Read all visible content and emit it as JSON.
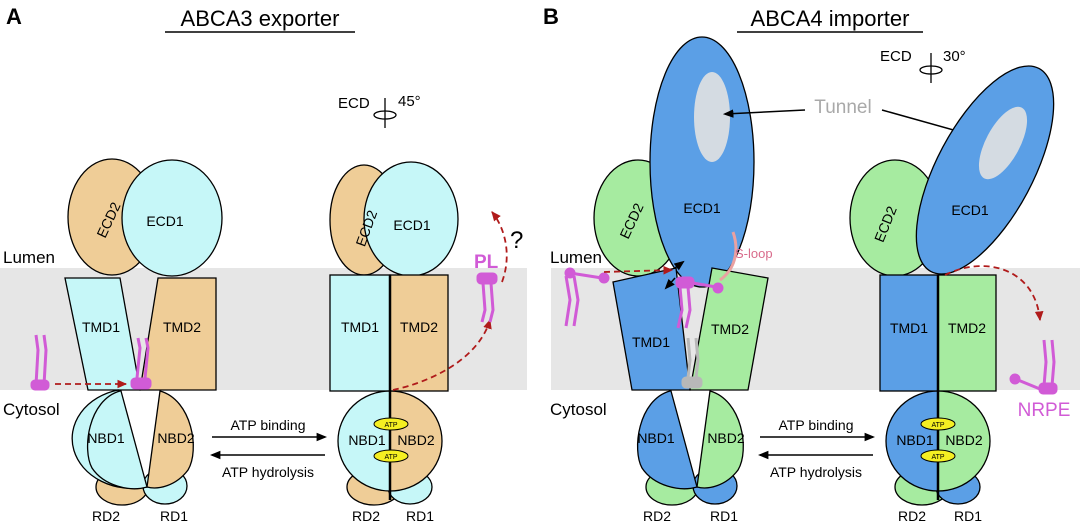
{
  "panels": {
    "a": {
      "letter": "A",
      "title": "ABCA3 exporter",
      "lumen": "Lumen",
      "cytosol": "Cytosol",
      "rotation": {
        "ecd": "ECD",
        "angle": "45°"
      },
      "left_state": {
        "ecd1": "ECD1",
        "ecd2": "ECD2",
        "tmd1": "TMD1",
        "tmd2": "TMD2",
        "nbd1": "NBD1",
        "nbd2": "NBD2",
        "rd1": "RD1",
        "rd2": "RD2"
      },
      "right_state": {
        "ecd1": "ECD1",
        "ecd2": "ECD2",
        "tmd1": "TMD1",
        "tmd2": "TMD2",
        "nbd1": "NBD1",
        "nbd2": "NBD2",
        "rd1": "RD1",
        "rd2": "RD2",
        "atp": "ATP"
      },
      "transition": {
        "forward": "ATP binding",
        "reverse": "ATP hydrolysis"
      },
      "substrate": {
        "label": "PL",
        "question": "?"
      }
    },
    "b": {
      "letter": "B",
      "title": "ABCA4 importer",
      "lumen": "Lumen",
      "cytosol": "Cytosol",
      "rotation": {
        "ecd": "ECD",
        "angle": "30°"
      },
      "tunnel": "Tunnel",
      "sloop": "S-loop",
      "left_state": {
        "ecd1": "ECD1",
        "ecd2": "ECD2",
        "tmd1": "TMD1",
        "tmd2": "TMD2",
        "nbd1": "NBD1",
        "nbd2": "NBD2",
        "rd1": "RD1",
        "rd2": "RD2"
      },
      "right_state": {
        "ecd1": "ECD1",
        "ecd2": "ECD2",
        "tmd1": "TMD1",
        "tmd2": "TMD2",
        "nbd1": "NBD1",
        "nbd2": "NBD2",
        "rd1": "RD1",
        "rd2": "RD2",
        "atp": "ATP"
      },
      "transition": {
        "forward": "ATP binding",
        "reverse": "ATP hydrolysis"
      },
      "substrate": {
        "label": "NRPE"
      }
    }
  },
  "colors": {
    "cyan": "#C6F7F8",
    "tan": "#EFCD97",
    "blue": "#5B9FE6",
    "green": "#A6EBA0",
    "tunnel": "#D4DBE2",
    "membrane": "#E6E6E6",
    "magenta": "#D15BD6",
    "arrow_red": "#B01B1B",
    "atp": "#F5EF22",
    "sloop": "#EAA1A1",
    "grey_lipid": "#B8B8B8"
  }
}
